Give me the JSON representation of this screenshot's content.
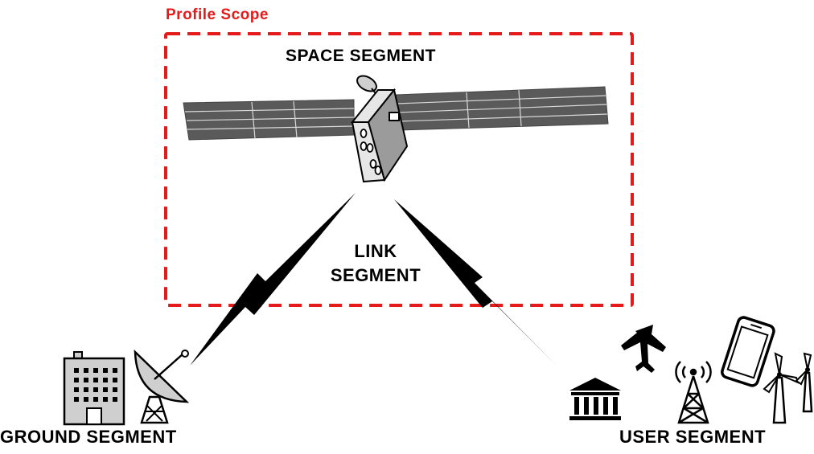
{
  "diagram": {
    "scope_title": "Profile Scope",
    "space_segment_label": "SPACE SEGMENT",
    "link_segment_line1": "LINK",
    "link_segment_line2": "SEGMENT",
    "ground_segment_label": "GROUND SEGMENT",
    "user_segment_label": "USER SEGMENT"
  },
  "colors": {
    "scope_border": "#e51a1a",
    "panel_fill": "#5a5a5a",
    "icon_fill": "#cfcfcf",
    "outline": "#000000"
  },
  "icons": {
    "satellite": "satellite-icon",
    "building": "building-icon",
    "dish": "satellite-dish-icon",
    "airplane": "airplane-icon",
    "bank": "bank-icon",
    "tower": "radio-tower-icon",
    "phone": "smartphone-icon",
    "turbine": "wind-turbine-icon"
  }
}
